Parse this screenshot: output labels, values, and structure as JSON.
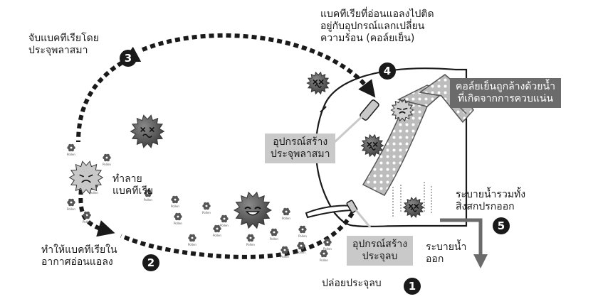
{
  "labels": {
    "capture_bacteria": [
      "จับแบคทีเรียโดย",
      "ประจุพลาสมา"
    ],
    "bacteria_attach": [
      "แบคทีเรียที่อ่อนแอลงไปติด",
      "อยู่กับอุปกรณ์แลกเปลี่ยน",
      "ความร้อน (คอล์ยเย็น)"
    ],
    "destroy_bacteria": [
      "ทำลาย",
      "แบคทีเรีย"
    ],
    "weaken_bacteria": [
      "ทำให้แบคทีเรียใน",
      "อากาศอ่อนแอลง"
    ],
    "release_ions": "ปล่อยประจุลบ",
    "drain_contaminants": [
      "ระบายน้ำรวมทั้ง",
      "สิ่งสกปรกออก"
    ],
    "drain_water": [
      "ระบายน้ำ",
      "ออก"
    ]
  },
  "boxes": {
    "plasma_generator": [
      "อุปกรณ์สร้าง",
      "ประจุพลาสมา"
    ],
    "ion_generator": [
      "อุปกรณ์สร้าง",
      "ประจุลบ"
    ],
    "coil_washed": [
      "คอล์ยเย็นถูกล้างด้วยน้ำ",
      "ที่เกิดจากการควบแน่น"
    ]
  },
  "steps": [
    "1",
    "2",
    "3",
    "4",
    "5"
  ],
  "particle_label": "Pollen",
  "colors": {
    "arrow": "#1a1a1a",
    "box_gray": "#c9c9c9",
    "box_dark": "#6b6b6b",
    "coil": "#bdbdbd",
    "germ": "#555555"
  },
  "icons": {
    "germ": "bacteria-icon",
    "germ_happy": "bacteria-happy-icon",
    "germ_sad": "bacteria-sad-icon",
    "germ_dizzy": "bacteria-dizzy-icon",
    "particle": "pollen-particle-icon"
  }
}
